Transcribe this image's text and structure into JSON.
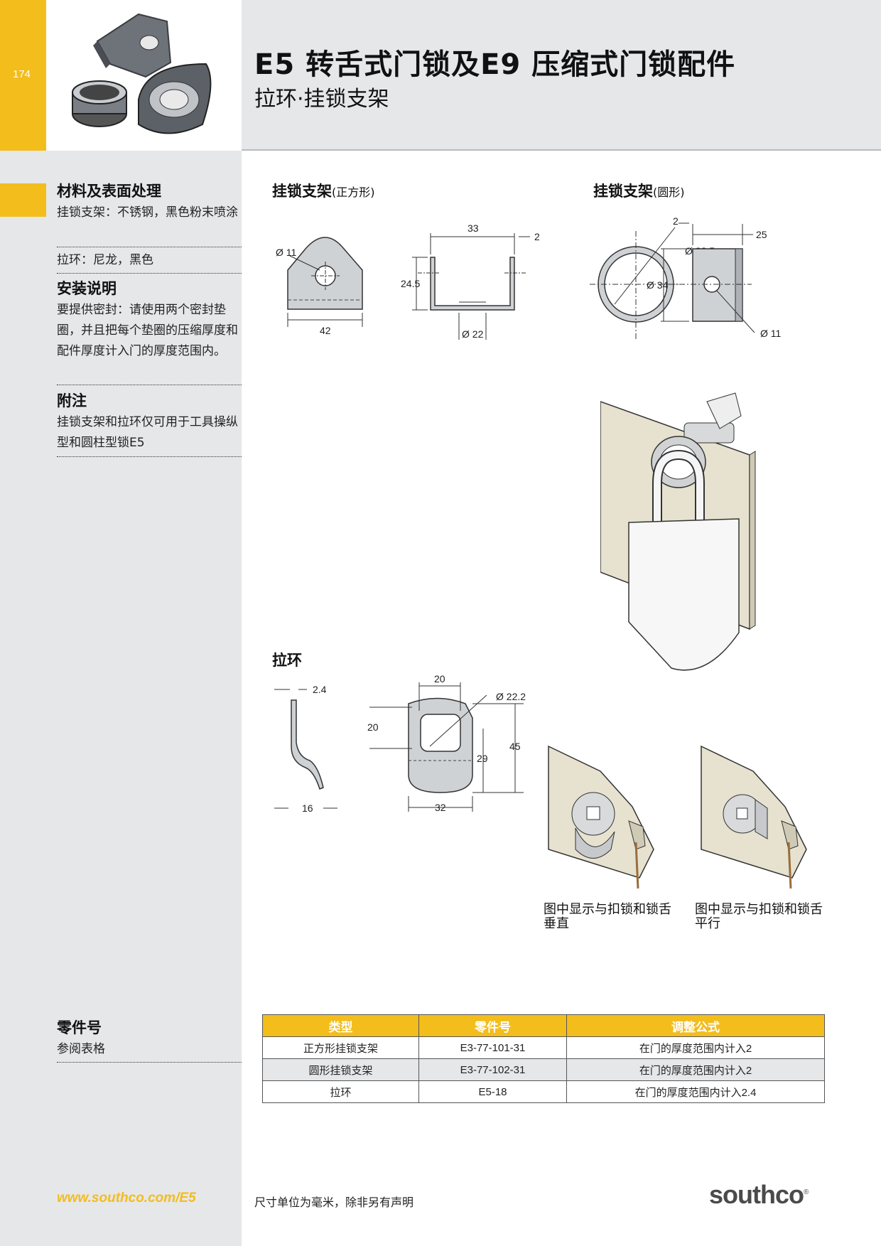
{
  "header": {
    "page_number": "174",
    "title": "E5 转舌式门锁及E9 压缩式门锁配件",
    "subtitle": "拉环·挂锁支架"
  },
  "sidebar": {
    "materials": {
      "heading": "材料及表面处理",
      "item1": "挂锁支架：不锈钢，黑色粉末喷涂",
      "item2": "拉环：尼龙，黑色"
    },
    "install": {
      "heading": "安装说明",
      "text": "要提供密封：请使用两个密封垫圈，并且把每个垫圈的压缩厚度和配件厚度计入门的厚度范围内。"
    },
    "notes": {
      "heading": "附注",
      "text": "挂锁支架和拉环仅可用于工具操纵型和圆柱型锁E5"
    },
    "parts": {
      "heading": "零件号",
      "text": "参阅表格"
    }
  },
  "sections": {
    "square": {
      "title": "挂锁支架",
      "title_note": "(正方形)",
      "dims": {
        "hole": "Ø 11",
        "width": "42",
        "depth": "33",
        "thick": "2",
        "height": "24.5",
        "bottom": "Ø 22"
      }
    },
    "round": {
      "title": "挂锁支架",
      "title_note": "(圆形)",
      "dims": {
        "inner": "Ø 22.5",
        "outer": "Ø 34",
        "thick": "2",
        "depth": "25",
        "hole": "Ø 11"
      }
    },
    "pull": {
      "title": "拉环",
      "dims": {
        "thick": "2.4",
        "width_side": "16",
        "top_w": "20",
        "inner_d": "Ø 22.2",
        "sq": "20",
        "total_h": "45",
        "lower_h": "29",
        "bottom_w": "32"
      }
    }
  },
  "captions": {
    "perpendicular": "图中显示与扣锁和锁舌垂直",
    "parallel": "图中显示与扣锁和锁舌平行"
  },
  "table": {
    "headers": [
      "类型",
      "零件号",
      "调整公式"
    ],
    "rows": [
      [
        "正方形挂锁支架",
        "E3-77-101-31",
        "在门的厚度范围内计入2"
      ],
      [
        "圆形挂锁支架",
        "E3-77-102-31",
        "在门的厚度范围内计入2"
      ],
      [
        "拉环",
        "E5-18",
        "在门的厚度范围内计入2.4"
      ]
    ]
  },
  "footer": {
    "url": "www.southco.com/E5",
    "note": "尺寸单位为毫米，除非另有声明",
    "logo": "southco"
  }
}
